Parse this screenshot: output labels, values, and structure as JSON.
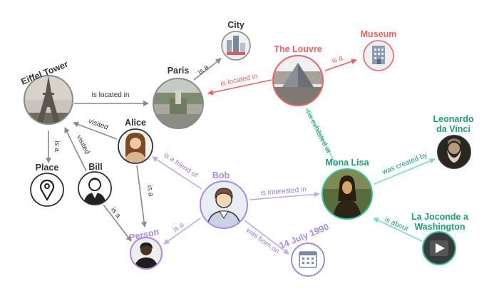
{
  "colors": {
    "gray": "#8a8a8a",
    "dark": "#333333",
    "red": "#f06262",
    "purple": "#a98ae8",
    "green": "#34c39a",
    "labelGreen": "#1f9f6e"
  },
  "nodes": {
    "eiffel": {
      "label": "Eiffel Tower",
      "icon": "eiffel-tower-photo"
    },
    "paris": {
      "label": "Paris",
      "icon": "paris-aerial-photo"
    },
    "city": {
      "label": "City",
      "icon": "city-buildings-icon"
    },
    "louvre": {
      "label": "The Louvre",
      "icon": "louvre-pyramid-photo"
    },
    "museum": {
      "label": "Museum",
      "icon": "museum-building-icon"
    },
    "alice": {
      "label": "Alice",
      "icon": "woman-avatar"
    },
    "bill": {
      "label": "Bill",
      "icon": "man-avatar"
    },
    "place": {
      "label": "Place",
      "icon": "map-pin-icon"
    },
    "bob": {
      "label": "Bob",
      "icon": "man-avatar"
    },
    "mona": {
      "label": "Mona Lisa",
      "icon": "mona-lisa-painting"
    },
    "leonardo": {
      "label_line1": "Leonardo",
      "label_line2": "da Vinci",
      "icon": "leonardo-portrait"
    },
    "joconde": {
      "label_line1": "La Joconde a",
      "label_line2": "Washington",
      "icon": "video-play-icon"
    },
    "person": {
      "label": "Person",
      "icon": "person-avatar"
    },
    "date": {
      "label": "14 July 1990",
      "icon": "calendar-icon"
    }
  },
  "edges": {
    "eiffel_paris": "is located in",
    "paris_city": "is a",
    "louvre_paris": "is located in",
    "louvre_museum": "is a",
    "alice_eiffel": "visited",
    "bill_eiffel": "visited",
    "eiffel_place": "is a",
    "alice_person": "is a",
    "bill_person": "is a",
    "bob_alice": "is a friend of",
    "bob_mona": "is interested in",
    "bob_person": "is a",
    "bob_date": "was born on",
    "mona_louvre": "is exhibited at",
    "mona_leonardo": "was created by",
    "joconde_mona": "is about"
  }
}
